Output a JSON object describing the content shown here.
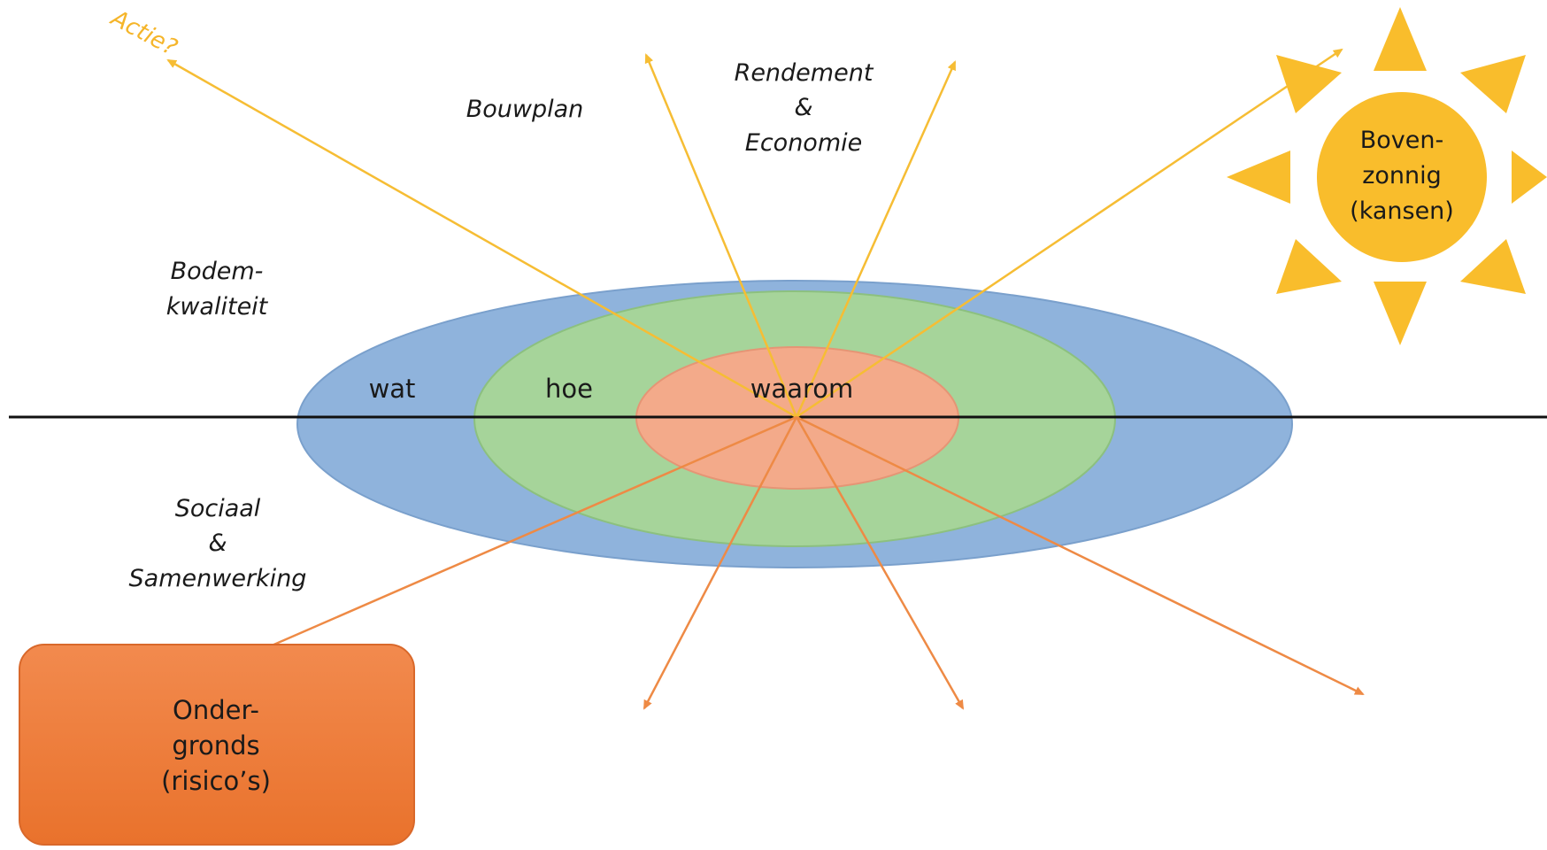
{
  "colors": {
    "outer_ring": "#8fb3dc",
    "middle_ring": "#a6d49a",
    "inner_ring": "#f3aa8a",
    "sun": "#f9bd2c",
    "up_arrows": "#f6bd34",
    "down_arrows": "#ee8a45",
    "risk_box": "#ee7f3a",
    "horizon_line": "#111111"
  },
  "rings": {
    "outer": "wat",
    "middle": "hoe",
    "inner": "waarom"
  },
  "labels": {
    "actie": "Actie?",
    "bouwplan": "Bouwplan",
    "rendement": [
      "Rendement",
      "&",
      "Economie"
    ],
    "bodem": [
      "Bodem-",
      "kwaliteit"
    ],
    "sociaal": [
      "Sociaal",
      "&",
      "Samenwerking"
    ]
  },
  "sun": {
    "lines": [
      "Boven-",
      "zonnig",
      "(kansen)"
    ]
  },
  "risk_box": {
    "lines": [
      "Onder-",
      "gronds",
      "(risico’s)"
    ]
  }
}
